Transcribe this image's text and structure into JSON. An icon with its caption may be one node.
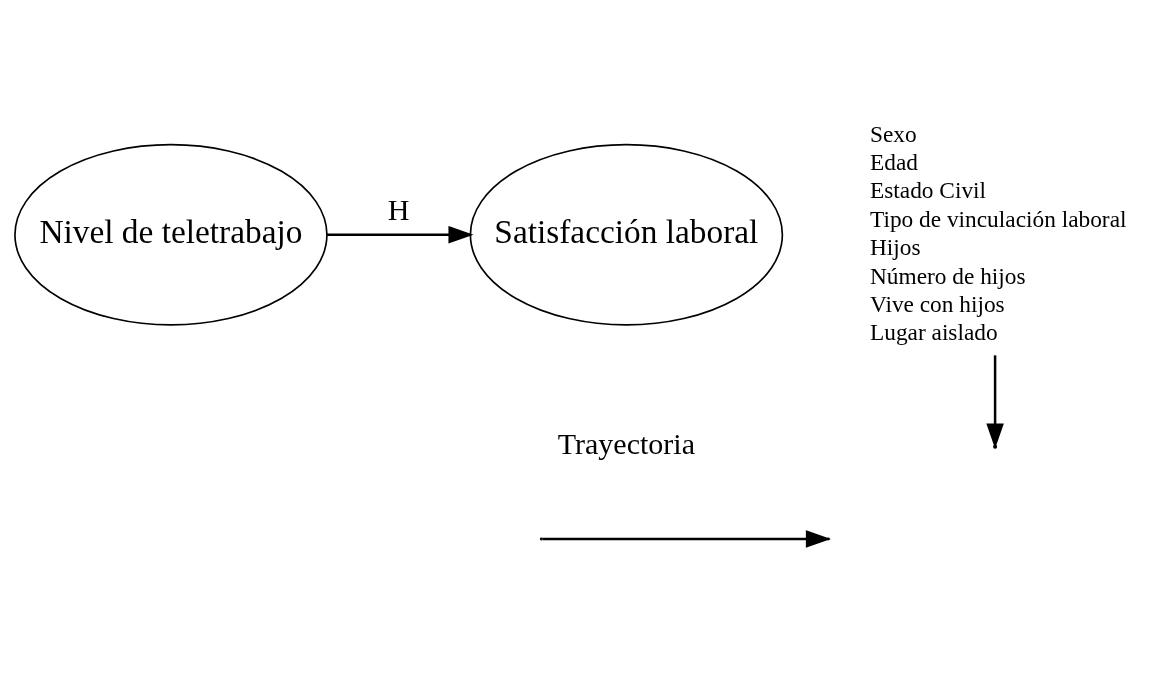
{
  "diagram": {
    "nodes": [
      {
        "text": [
          "Nivel de teletrabajo"
        ]
      },
      {
        "text": [
          "Satisfacción laboral"
        ]
      },
      {
        "text": [
          "Sexo",
          "Edad",
          "Estado Civil",
          "Tipo de vinculación laboral",
          "Hijos",
          "Número de hijos",
          "Vive con hijos",
          "Lugar aislado"
        ]
      }
    ],
    "edges": [
      {
        "from": 0,
        "to": 1,
        "arrow": "to",
        "label": "H"
      },
      {
        "from": 2,
        "to": null,
        "arrow": "to"
      }
    ],
    "legend": [
      {
        "text": "Trayectoria"
      }
    ]
  }
}
